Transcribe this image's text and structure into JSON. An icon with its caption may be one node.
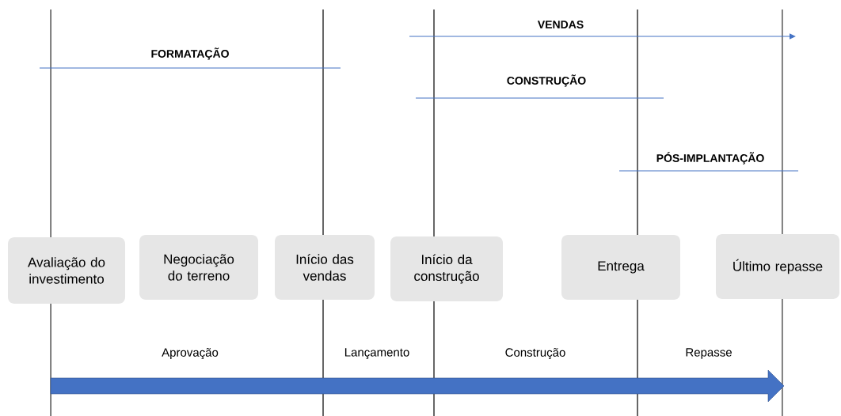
{
  "diagram": {
    "nodes": [
      {
        "text": [
          "Avaliação do investimento"
        ]
      },
      {
        "text": [
          "Negociação do terreno"
        ]
      },
      {
        "text": [
          "Início das vendas"
        ]
      },
      {
        "text": [
          "Início da construção"
        ]
      },
      {
        "text": [
          "Entrega"
        ]
      },
      {
        "text": [
          "Último repasse"
        ]
      }
    ],
    "labels": [
      "VENDAS",
      "FORMATAÇÃO",
      "CONSTRUÇÃO",
      "PÓS-IMPLANTAÇÃO",
      "Aprovação",
      "Lançamento",
      "Construção",
      "Repasse"
    ]
  }
}
